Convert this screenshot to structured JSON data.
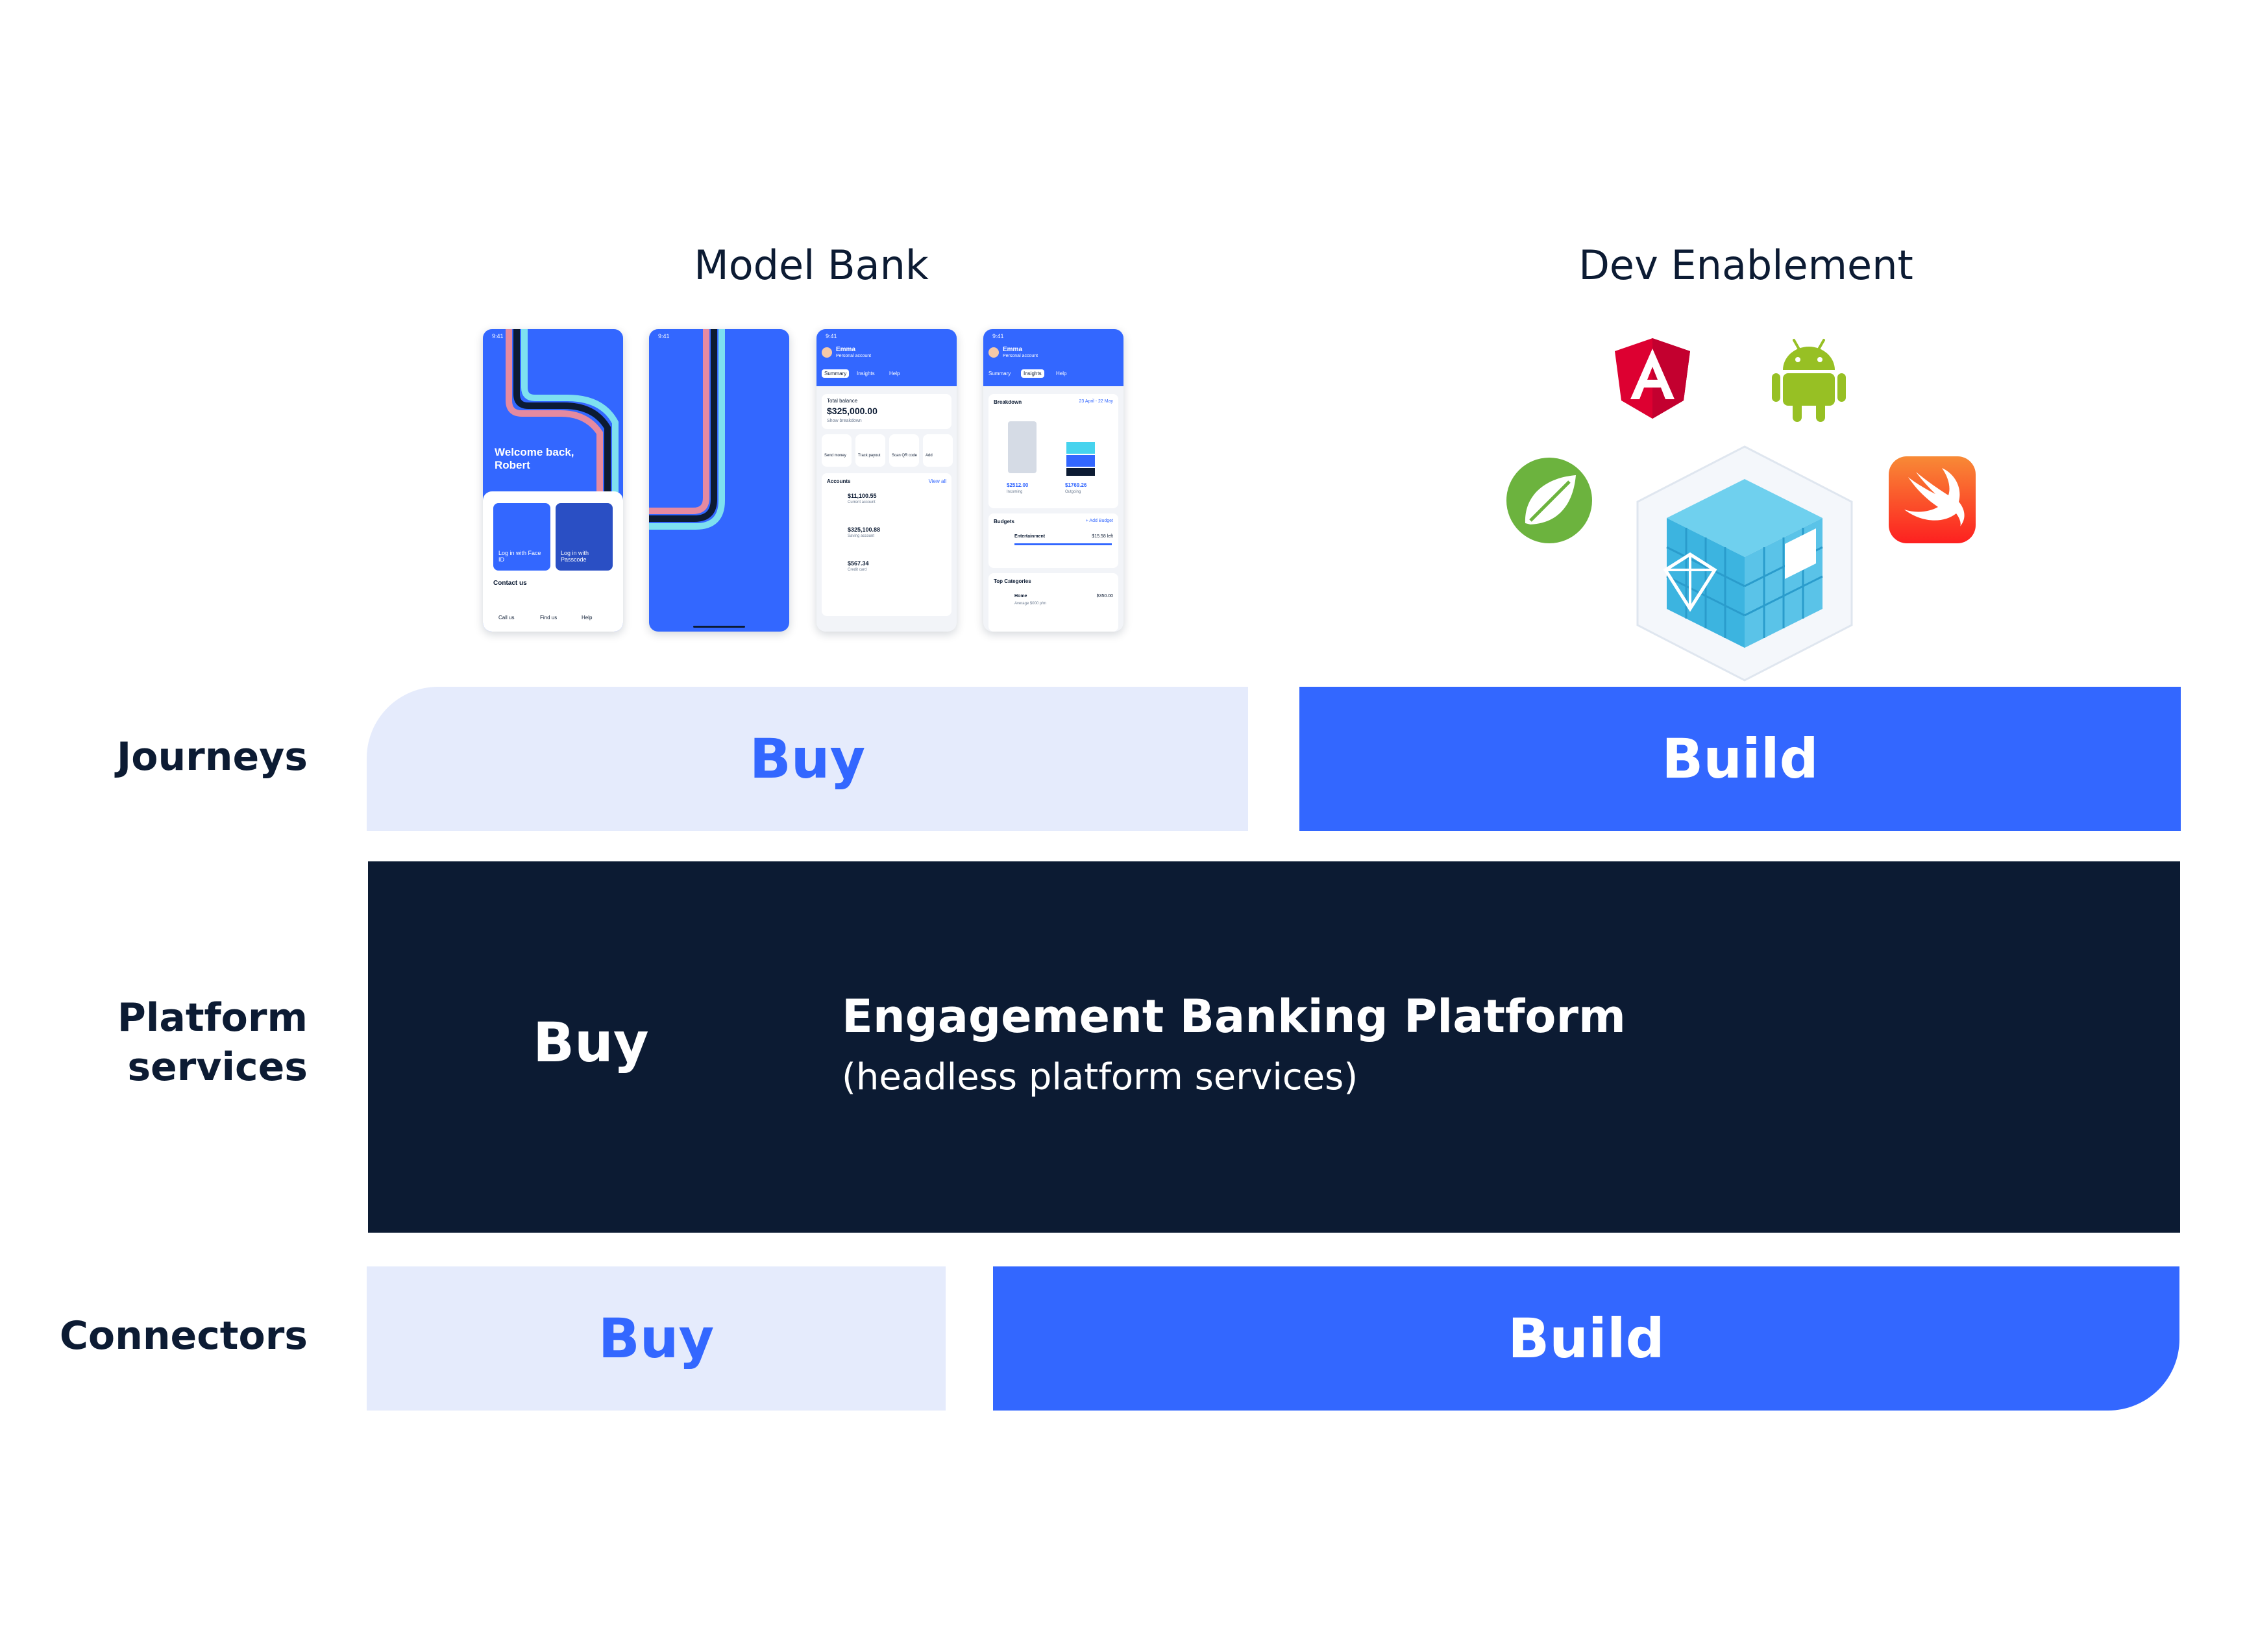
{
  "columns": {
    "model_bank_title": "Model Bank",
    "dev_enablement_title": "Dev Enablement"
  },
  "rows": {
    "journeys_label": "Journeys",
    "platform_label": "Platform services",
    "connectors_label": "Connectors"
  },
  "journeys": {
    "buy_label": "Buy",
    "build_label": "Build"
  },
  "platform": {
    "buy_label": "Buy",
    "title": "Engagement Banking Platform",
    "subtitle": "(headless platform services)"
  },
  "connectors": {
    "buy_label": "Buy",
    "build_label": "Build"
  },
  "phones": {
    "p1": {
      "status": "9:41",
      "welcome": "Welcome back, Robert",
      "face_login": "Log in with Face ID",
      "passcode_login": "Log in with Passcode",
      "contact": "Contact us",
      "call": "Call us",
      "find": "Find us",
      "help": "Help"
    },
    "p2": {
      "status": "9:41"
    },
    "p3": {
      "status": "9:41",
      "name": "Emma",
      "account_type": "Personal account",
      "tabs": [
        "Summary",
        "Insights",
        "Help"
      ],
      "balance_label": "Total balance",
      "balance": "$325,000.00",
      "balance_note": "Show breakdown",
      "actions": [
        "Send money",
        "Track payout",
        "Scan QR code",
        "Add"
      ],
      "accounts_label": "Accounts",
      "view_all": "View all",
      "accounts": [
        {
          "amount": "$11,100.55",
          "name": "Current account"
        },
        {
          "amount": "$325,100.88",
          "name": "Saving account"
        },
        {
          "amount": "$567.34",
          "name": "Credit card"
        }
      ]
    },
    "p4": {
      "status": "9:41",
      "name": "Emma",
      "account_type": "Personal account",
      "tabs": [
        "Summary",
        "Insights",
        "Help"
      ],
      "breakdown_label": "Breakdown",
      "date_range": "23 April - 22 May",
      "incoming": "$2512.00",
      "incoming_label": "Incoming",
      "outgoing": "$1769.26",
      "outgoing_label": "Outgoing",
      "budgets_label": "Budgets",
      "add_budget": "+ Add Budget",
      "budget_name": "Entertainment",
      "budget_value": "$15.58 left",
      "top_categories": "Top Categories",
      "category_name": "Home",
      "category_value": "$350.00",
      "category_note": "Average $000 p/m"
    }
  },
  "logos": {
    "angular": "angular-logo",
    "android": "android-logo",
    "spring": "spring-logo",
    "swift": "swift-logo",
    "cube": "backbase-cube"
  },
  "colors": {
    "navy": "#0c1b33",
    "blue": "#3367ff",
    "light_blue": "#e5ebfc",
    "white": "#ffffff"
  }
}
